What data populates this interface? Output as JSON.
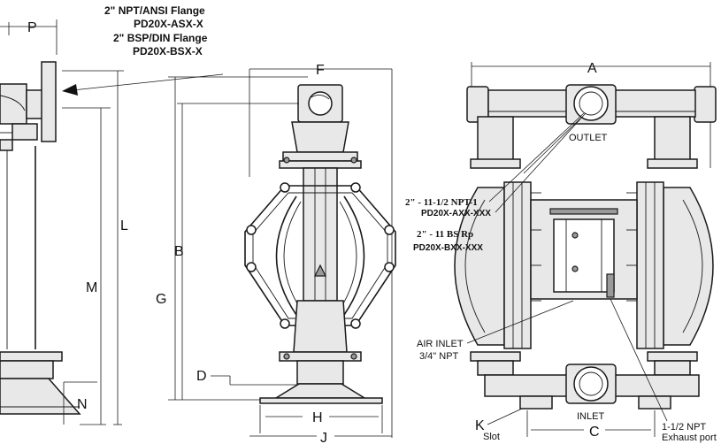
{
  "flange_callout": {
    "line1": "2\" NPT/ANSI Flange",
    "line2": "PD20X-ASX-X",
    "line3": "2\" BSP/DIN Flange",
    "line4": "PD20X-BSX-X"
  },
  "thread_callout": {
    "npt_size": "2\" - 11-1/2 NPT-1",
    "npt_model": "PD20X-AXX-XXX",
    "bsp_size": "2\" - 11 BS Rp",
    "bsp_model": "PD20X-BXX-XXX"
  },
  "port_labels": {
    "outlet": "OUTLET",
    "inlet": "INLET",
    "air_inlet_line1": "AIR INLET",
    "air_inlet_line2": "3/4\" NPT",
    "exhaust_line1": "1-1/2 NPT",
    "exhaust_line2": "Exhaust port"
  },
  "dimension_labels": {
    "A": "A",
    "B": "B",
    "C": "C",
    "D": "D",
    "F": "F",
    "G": "G",
    "H": "H",
    "J": "J",
    "K": "K",
    "slot": "Slot",
    "L": "L",
    "M": "M",
    "N": "N",
    "P": "P"
  }
}
